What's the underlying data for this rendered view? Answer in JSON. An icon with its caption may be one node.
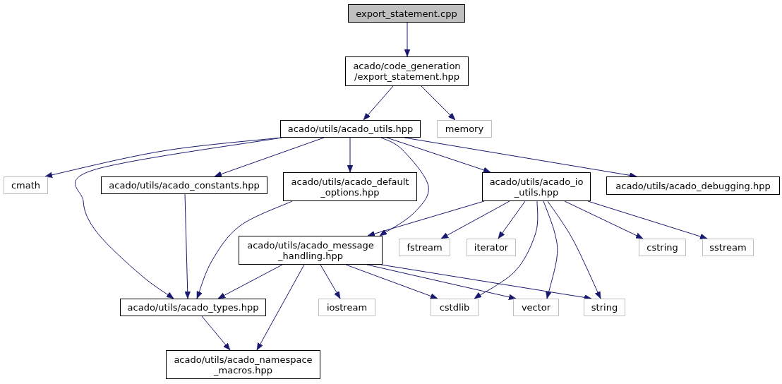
{
  "diagram": {
    "nodes": [
      {
        "text": [
          "export_statement.cpp"
        ]
      },
      {
        "text": [
          "acado/code_generation /export_statement.hpp"
        ]
      },
      {
        "text": [
          "acado/utils/acado_utils.hpp"
        ]
      },
      {
        "text": [
          "memory"
        ]
      },
      {
        "text": [
          "cmath"
        ]
      },
      {
        "text": [
          "acado/utils/acado_constants.hpp"
        ]
      },
      {
        "text": [
          "acado/utils/acado_default _options.hpp"
        ]
      },
      {
        "text": [
          "acado/utils/acado_io _utils.hpp"
        ]
      },
      {
        "text": [
          "acado/utils/acado_debugging.hpp"
        ]
      },
      {
        "text": [
          "acado/utils/acado_message _handling.hpp"
        ]
      },
      {
        "text": [
          "fstream"
        ]
      },
      {
        "text": [
          "iterator"
        ]
      },
      {
        "text": [
          "cstring"
        ]
      },
      {
        "text": [
          "sstream"
        ]
      },
      {
        "text": [
          "acado/utils/acado_types.hpp"
        ]
      },
      {
        "text": [
          "iostream"
        ]
      },
      {
        "text": [
          "cstdlib"
        ]
      },
      {
        "text": [
          "vector"
        ]
      },
      {
        "text": [
          "string"
        ]
      },
      {
        "text": [
          "acado/utils/acado_namespace _macros.hpp"
        ]
      }
    ],
    "edges": [
      {
        "from": 0,
        "to": 1,
        "arrow": "to"
      },
      {
        "from": 1,
        "to": 2,
        "arrow": "to"
      },
      {
        "from": 1,
        "to": 3,
        "arrow": "to"
      },
      {
        "from": 2,
        "to": 4,
        "arrow": "to"
      },
      {
        "from": 2,
        "to": 14,
        "arrow": "to"
      },
      {
        "from": 2,
        "to": 5,
        "arrow": "to"
      },
      {
        "from": 2,
        "to": 6,
        "arrow": "to"
      },
      {
        "from": 2,
        "to": 9,
        "arrow": "to"
      },
      {
        "from": 2,
        "to": 7,
        "arrow": "to"
      },
      {
        "from": 2,
        "to": 8,
        "arrow": "to"
      },
      {
        "from": 5,
        "to": 14,
        "arrow": "to"
      },
      {
        "from": 6,
        "to": 14,
        "arrow": "to"
      },
      {
        "from": 7,
        "to": 9,
        "arrow": "to"
      },
      {
        "from": 7,
        "to": 10,
        "arrow": "to"
      },
      {
        "from": 7,
        "to": 11,
        "arrow": "to"
      },
      {
        "from": 7,
        "to": 16,
        "arrow": "to"
      },
      {
        "from": 7,
        "to": 17,
        "arrow": "to"
      },
      {
        "from": 7,
        "to": 18,
        "arrow": "to"
      },
      {
        "from": 7,
        "to": 12,
        "arrow": "to"
      },
      {
        "from": 7,
        "to": 13,
        "arrow": "to"
      },
      {
        "from": 9,
        "to": 14,
        "arrow": "to"
      },
      {
        "from": 9,
        "to": 19,
        "arrow": "to"
      },
      {
        "from": 9,
        "to": 15,
        "arrow": "to"
      },
      {
        "from": 9,
        "to": 16,
        "arrow": "to"
      },
      {
        "from": 9,
        "to": 17,
        "arrow": "to"
      },
      {
        "from": 9,
        "to": 18,
        "arrow": "to"
      },
      {
        "from": 14,
        "to": 19,
        "arrow": "to"
      }
    ]
  }
}
